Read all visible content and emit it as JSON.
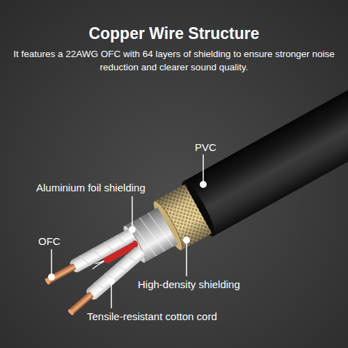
{
  "diagram": {
    "title": "Copper Wire Structure",
    "caption": "It features a 22AWG OFC with 64 layers of shielding to ensure stronger noise reduction and clearer sound quality.",
    "labels": [
      "PVC",
      "Aluminium foil shielding",
      "OFC",
      "High-density shielding",
      "Tensile-resistant cotton cord"
    ]
  }
}
